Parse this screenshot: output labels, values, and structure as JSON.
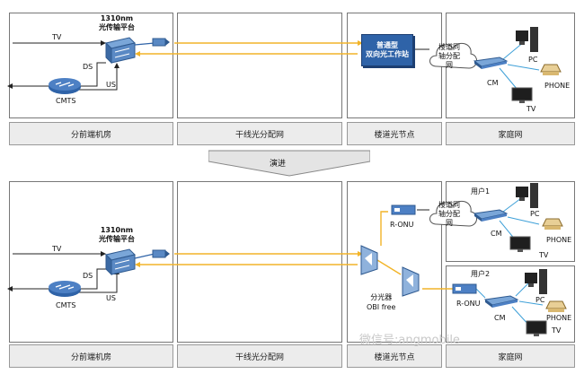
{
  "top": {
    "sections": [
      "分前端机房",
      "干线光分配网",
      "楼道光节点",
      "家庭网"
    ],
    "platform_label": "1310nm\n光传输平台",
    "tv_label": "TV",
    "ds_label": "DS",
    "us_label": "US",
    "cmts_label": "CMTS",
    "optical_node_label": "普通型\n双向光工作站",
    "coax_label": "楼道同\n轴分配\n网",
    "pc_label": "PC",
    "cm_label": "CM",
    "phone_label": "PHONE",
    "tv2_label": "TV"
  },
  "evolve_label": "演进",
  "bottom": {
    "sections": [
      "分前端机房",
      "干线光分配网",
      "楼道光节点",
      "家庭网"
    ],
    "platform_label": "1310nm\n光传输平台",
    "tv_label": "TV",
    "ds_label": "DS",
    "us_label": "US",
    "cmts_label": "CMTS",
    "ronu_top_label": "R-ONU",
    "ronu_bottom_label": "R-ONU",
    "splitter_label": "分光器\nOBI free",
    "coax_label": "楼道同\n轴分配\n网",
    "user1_label": "用户1",
    "user2_label": "用户2",
    "user1": {
      "pc": "PC",
      "cm": "CM",
      "phone": "PHONE",
      "tv": "TV"
    },
    "user2": {
      "pc": "PC",
      "cm": "CM",
      "phone": "PHONE",
      "tv": "TV"
    }
  },
  "watermark": "微信号:angmobile",
  "colors": {
    "fiber": "#f2b428",
    "node": "#2f63a8",
    "border": "#777777",
    "band": "#ececec"
  }
}
